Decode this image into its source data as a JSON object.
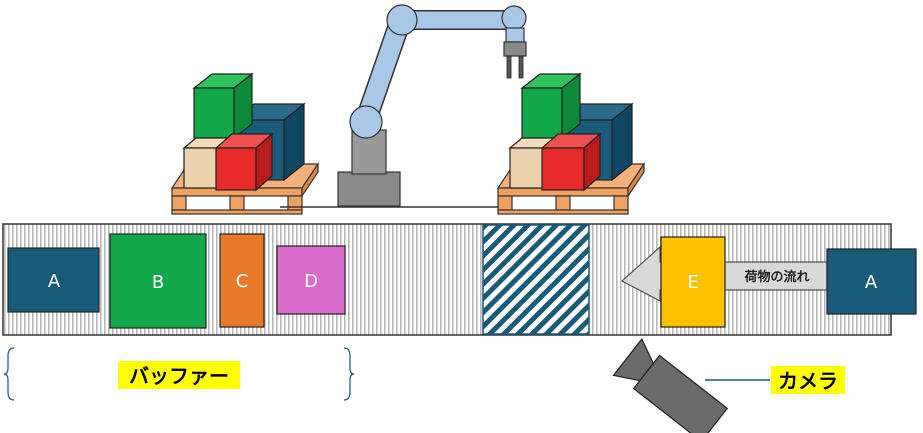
{
  "boxes": {
    "a_left": "A",
    "b": "B",
    "c": "C",
    "d": "D",
    "e": "E",
    "a_right": "A"
  },
  "labels": {
    "buffer": "バッファー",
    "flow": "荷物の流れ",
    "camera": "カメラ"
  },
  "colors": {
    "navy": "#1a5a7a",
    "green": "#12a84a",
    "orange": "#e87a2a",
    "pink": "#dc6ccc",
    "yellow": "#ffc000",
    "highlight": "#ffff00",
    "pallet": "#f0a060",
    "robot": "#a9c7e6",
    "conveyor_stripe": "#bbbbbb",
    "hatch": "#1a5a7a"
  },
  "icons": [
    "robot-arm-icon",
    "pallet-left-icon",
    "pallet-right-icon",
    "camera-icon",
    "flow-arrow-icon",
    "buffer-brace-icon"
  ]
}
